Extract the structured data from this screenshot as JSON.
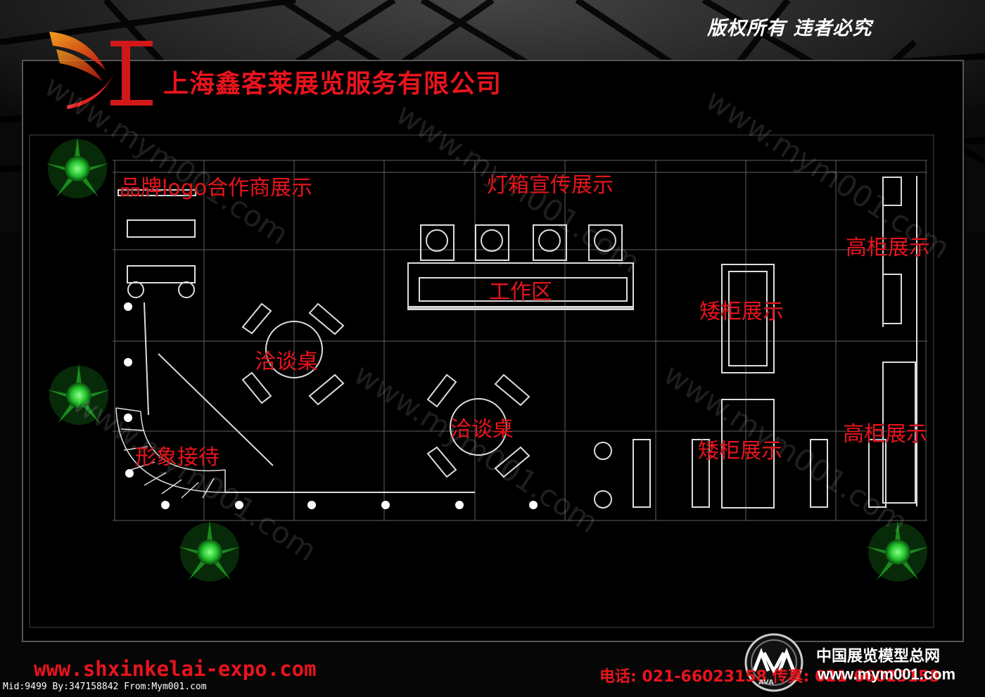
{
  "header": {
    "copyright": "版权所有 违者必究",
    "company_name": "上海鑫客莱展览服务有限公司"
  },
  "zones": {
    "brand_logo_partners": "品牌logo合作商展示",
    "lightbox_display": "灯箱宣传展示",
    "high_cabinet_1": "高柜展示",
    "work_area": "工作区",
    "low_cabinet_1": "矮柜展示",
    "meeting_table_1": "洽谈桌",
    "meeting_table_2": "洽谈桌",
    "high_cabinet_2": "高柜展示",
    "low_cabinet_2": "矮柜展示",
    "image_reception": "形象接待"
  },
  "footer": {
    "website": "www.shxinkelai-expo.com",
    "phone": "电话: 021-66023158  传真: 021-66023158",
    "meta": "Mid:9499 By:347158842 From:Mym001.com",
    "brand_name": "中国展览模型总网",
    "brand_url": "www.mym001.com",
    "brand_badge": "AVA"
  },
  "watermark": "www.mym001.com",
  "colors": {
    "label_red": "#e8141c",
    "plant_green": "#22c22a",
    "line_white": "#ffffff",
    "background": "#000000"
  }
}
